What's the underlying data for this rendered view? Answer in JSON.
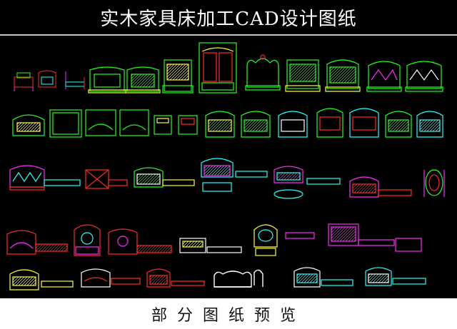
{
  "header": {
    "title": "实木家具床加工CAD设计图纸"
  },
  "footer": {
    "caption": "部分图纸预览"
  },
  "palette": {
    "background": "#000000",
    "red": "#ff2a2a",
    "green": "#21ff21",
    "yellow": "#ffff2a",
    "cyan": "#21ffff",
    "magenta": "#ff2aff",
    "white": "#ffffff",
    "blue": "#4a6cff"
  },
  "drawing_rows": [
    {
      "row": "row-1",
      "items": [
        "bed-elevation",
        "bed-elevation",
        "bed-side",
        "headboard",
        "headboard",
        "headboard",
        "wardrobe-bed",
        "headboard",
        "headboard",
        "headboard",
        "headboard",
        "headboard"
      ]
    },
    {
      "row": "row-2",
      "items": [
        "headboard",
        "panel",
        "panel",
        "panel",
        "panel",
        "nightstand",
        "nightstand",
        "headboard",
        "headboard",
        "headboard",
        "headboard",
        "headboard",
        "headboard",
        "headboard"
      ]
    },
    {
      "row": "row-3",
      "items": [
        "bed-elevation",
        "bed-elevation",
        "bed-elevation",
        "bed-elevation",
        "bed-elevation",
        "bed-elevation",
        "bed-elevation"
      ]
    },
    {
      "row": "row-4",
      "items": [
        "bed-elevation",
        "bed-elevation",
        "bed-elevation",
        "bed-elevation",
        "bed-elevation",
        "bed-elevation"
      ]
    },
    {
      "row": "row-5",
      "items": [
        "bed-elevation",
        "bed-elevation",
        "bed-elevation",
        "sofa",
        "bed-elevation",
        "bed-elevation"
      ]
    }
  ]
}
